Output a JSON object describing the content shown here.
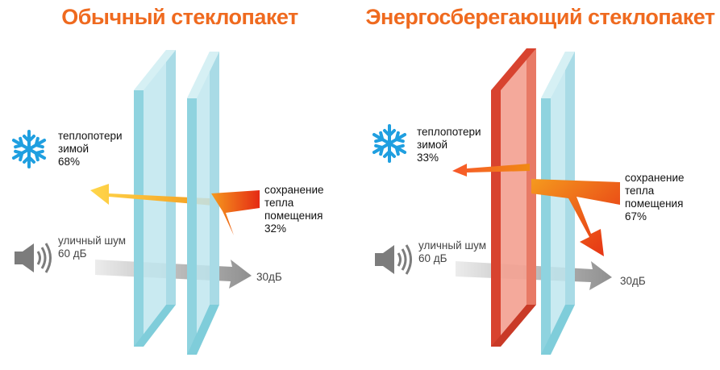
{
  "colors": {
    "title": "#ef6a1f",
    "glass": "#bfe6ee",
    "glass_edge": "#7fcdda",
    "lowe_glass": "#f3a292",
    "lowe_edge": "#d8432f",
    "snowflake": "#1f9fe0",
    "arrow_out": "#f7b017",
    "arrow_back": "#e52a14",
    "noise_arrow": "#9a9a9a",
    "speaker": "#7c7c7c"
  },
  "icons": [
    "snowflake-icon",
    "speaker-icon"
  ],
  "panels": [
    {
      "id": "ordinary",
      "title": "Обычный стеклопакет",
      "heat_loss": [
        "теплопотери",
        "зимой",
        "68%"
      ],
      "heat_retention": [
        "сохранение",
        "тепла",
        "помещения",
        "32%"
      ],
      "street_noise": [
        "уличный шум",
        "60 дБ"
      ],
      "noise_after": "30дБ"
    },
    {
      "id": "energy-saving",
      "title": "Энергосберегающий стеклопакет",
      "heat_loss": [
        "теплопотери",
        "зимой",
        "33%"
      ],
      "heat_retention": [
        "сохранение",
        "тепла",
        "помещения",
        "67%"
      ],
      "street_noise": [
        "уличный шум",
        "60 дБ"
      ],
      "noise_after": "30дБ"
    }
  ]
}
